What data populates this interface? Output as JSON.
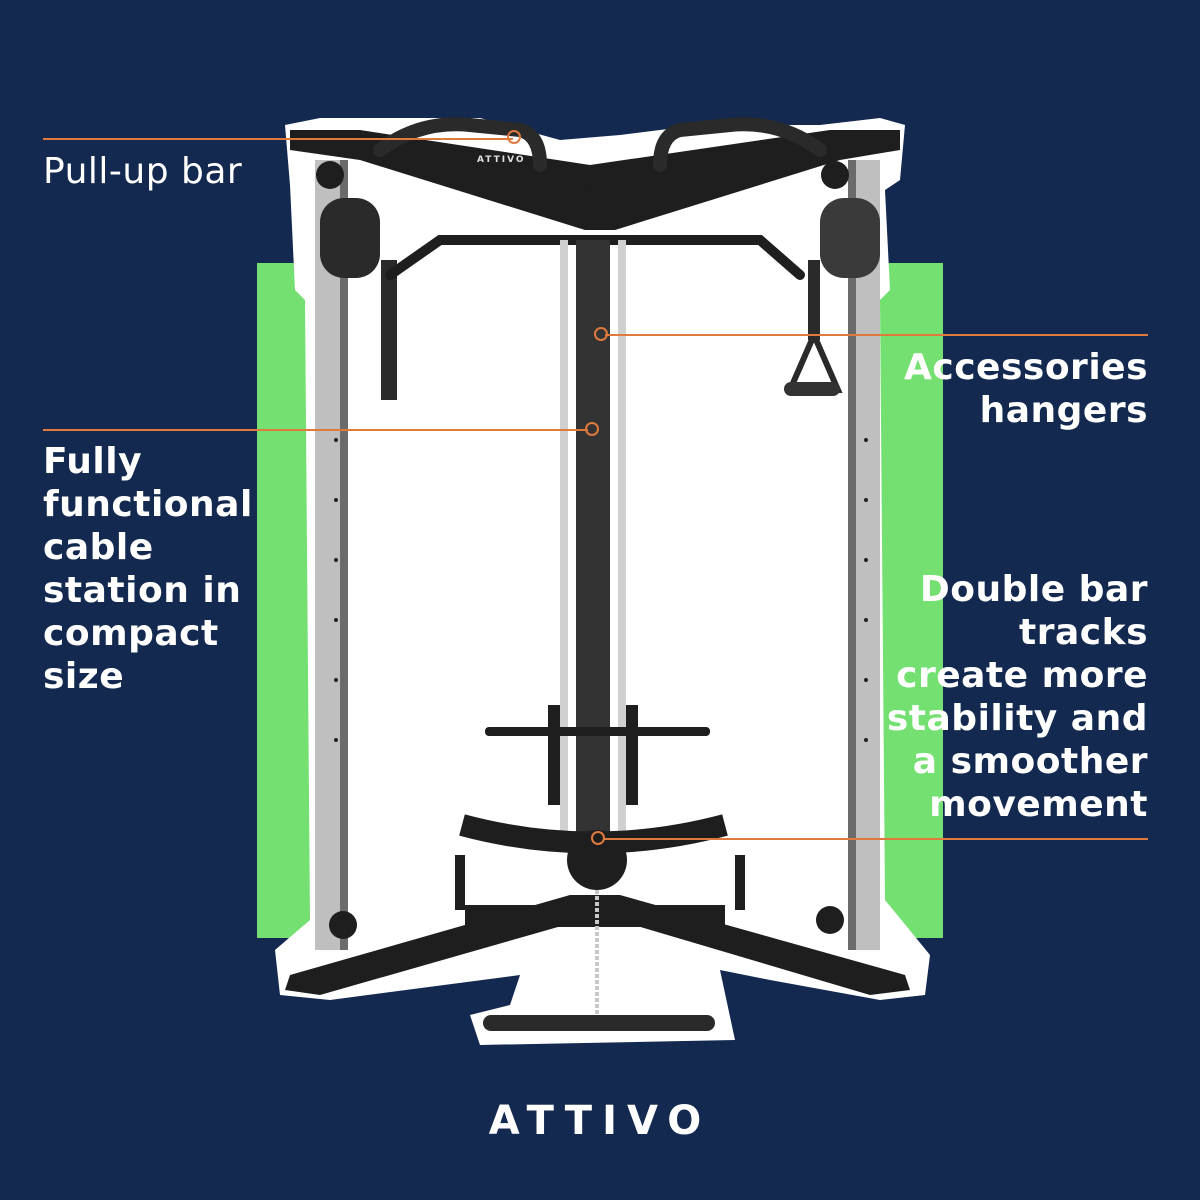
{
  "background_color": "#13294f",
  "accent_color": "#74e071",
  "callout_color": "#e0793c",
  "product": {
    "name": "Cable station / functional trainer",
    "frame_logo": "ATTIVO"
  },
  "callouts": [
    {
      "id": "pull-up-bar",
      "label": "Pull-up bar",
      "side": "left"
    },
    {
      "id": "accessories-hangers",
      "label": "Accessories hangers",
      "lines": [
        "Accessories",
        "hangers"
      ],
      "side": "right"
    },
    {
      "id": "cable-station",
      "label": "Fully functional cable station in compact size",
      "lines": [
        "Fully",
        "functional",
        "cable",
        "station in",
        "compact",
        "size"
      ],
      "side": "left"
    },
    {
      "id": "double-bar-tracks",
      "label": "Double bar tracks create more stability and a smoother movement",
      "lines": [
        "Double bar",
        "tracks",
        "create more",
        "stability and",
        "a smoother",
        "movement"
      ],
      "side": "right"
    }
  ],
  "footer": {
    "brand": "ATTIVO"
  }
}
